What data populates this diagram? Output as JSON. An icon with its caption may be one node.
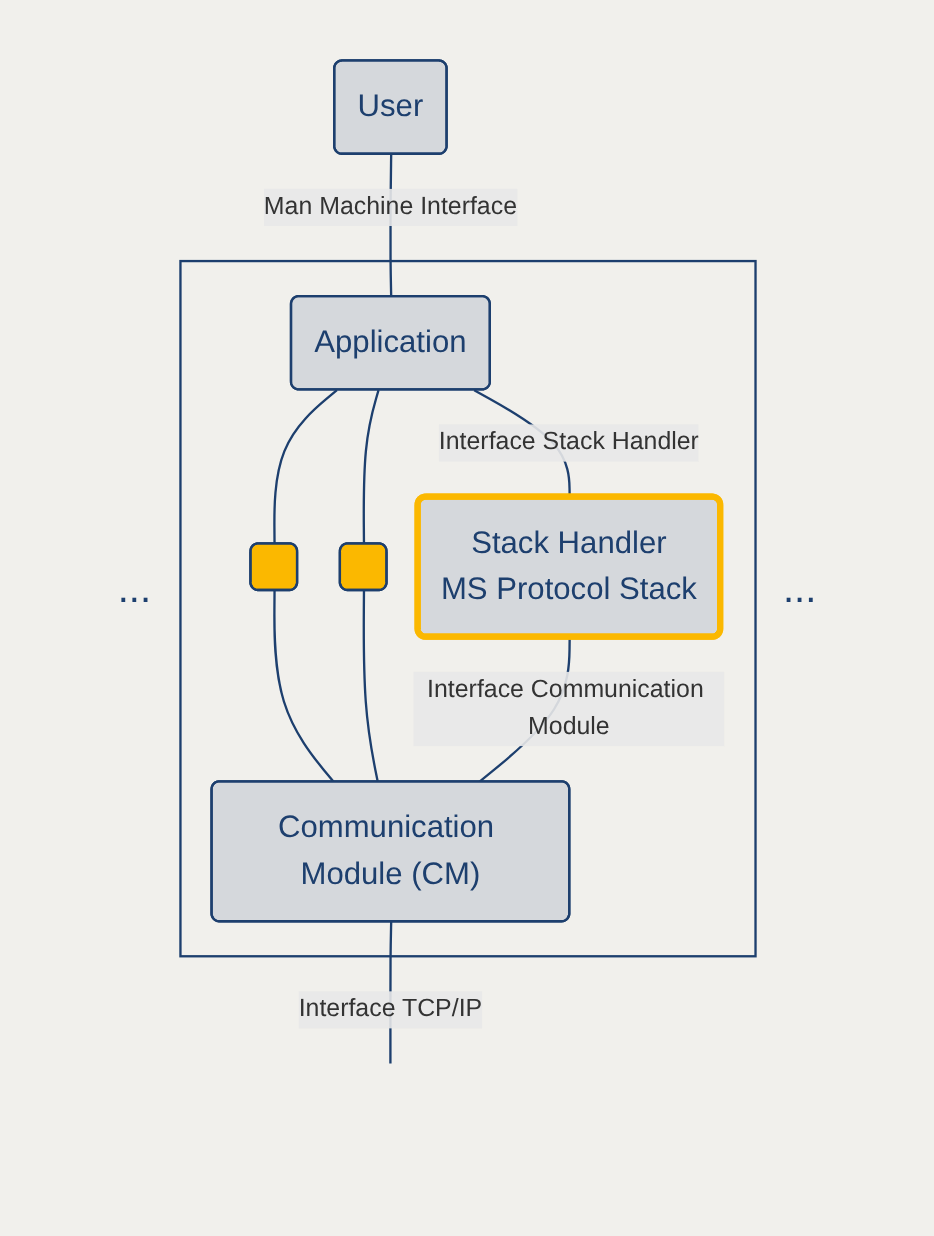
{
  "diagram": {
    "nodes": [
      {
        "text": [
          "User"
        ]
      },
      {
        "text": [],
        "shape": "box"
      },
      {
        "text": [
          "Application"
        ],
        "in": 1
      },
      {
        "text": [],
        "shape": "box",
        "in": 1
      },
      {
        "text": [],
        "shape": "box",
        "in": 1
      },
      {
        "text": [
          "Stack Handler",
          "MS Protocol Stack"
        ],
        "in": 1
      },
      {
        "text": [
          "Communication Module (CM)"
        ],
        "in": 1
      }
    ],
    "edges": [
      {
        "from": 0,
        "to": 2,
        "arrow": "none",
        "label": "Man Machine Interface"
      },
      {
        "from": 2,
        "to": 3,
        "arrow": "none"
      },
      {
        "from": 2,
        "to": 4,
        "arrow": "none"
      },
      {
        "from": 2,
        "to": 5,
        "arrow": "none",
        "label": "Interface Stack Handler"
      },
      {
        "from": 3,
        "to": 6,
        "arrow": "none"
      },
      {
        "from": 4,
        "to": 6,
        "arrow": "none"
      },
      {
        "from": 5,
        "to": 6,
        "arrow": "none",
        "label": "Interface Communication Module"
      },
      {
        "from": 6,
        "to": null,
        "arrow": "none",
        "label": "Interface TCP/IP"
      }
    ],
    "labels": [
      "...",
      "..."
    ]
  }
}
